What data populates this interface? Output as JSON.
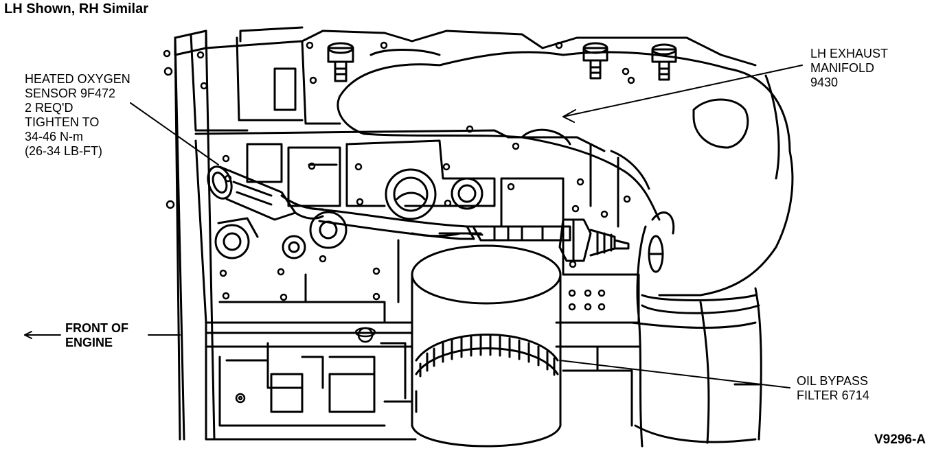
{
  "title": "LH Shown, RH Similar",
  "callouts": {
    "sensor": [
      "HEATED OXYGEN",
      "SENSOR 9F472",
      "2 REQ'D",
      "TIGHTEN TO",
      "34-46 N-m",
      "(26-34 LB-FT)"
    ],
    "manifold": [
      "LH EXHAUST",
      "MANIFOLD",
      "9430"
    ],
    "front": [
      "FRONT OF",
      "ENGINE"
    ],
    "filter": [
      "OIL BYPASS",
      "FILTER 6714"
    ]
  },
  "figure_id": "V9296-A",
  "colors": {
    "line": "#000000",
    "background": "#ffffff"
  }
}
